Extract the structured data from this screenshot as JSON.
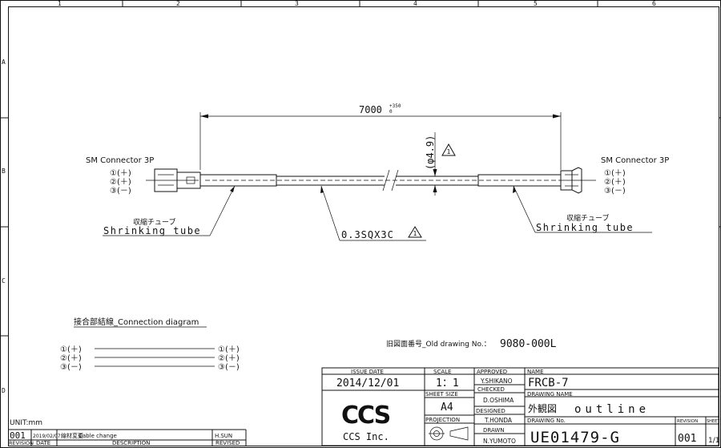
{
  "frame": {
    "columns": [
      "1",
      "2",
      "3",
      "4",
      "5",
      "6"
    ],
    "rows": [
      "A",
      "B",
      "C",
      "D"
    ]
  },
  "drawing": {
    "length_dim": "7000",
    "length_tol": "+350",
    "length_tol_low": "0",
    "diameter_dim": "(φ4.9)",
    "revision_mark": "1",
    "left_connector": {
      "label": "SM Connector 3P",
      "pins": [
        "①(＋)",
        "②(＋)",
        "③(－)"
      ]
    },
    "right_connector": {
      "label": "SM Connector 3P",
      "pins": [
        "①(＋)",
        "②(＋)",
        "③(－)"
      ]
    },
    "left_tube": {
      "jp": "収縮チューブ",
      "en": "Shrinking tube"
    },
    "right_tube": {
      "jp": "収縮チューブ",
      "en": "Shrinking tube"
    },
    "cable_label": "0.3SQX3C"
  },
  "connection": {
    "title": "接合部結線_Connection diagram",
    "left_pins": [
      "①(＋)",
      "②(＋)",
      "③(－)"
    ],
    "right_pins": [
      "①(＋)",
      "②(＋)",
      "③(－)"
    ]
  },
  "old_drawing": {
    "label": "旧図面番号_Old drawing No.：",
    "value": "9080-000L"
  },
  "revision_block": {
    "unit": "UNIT:mm",
    "row": {
      "rev": "001",
      "date": "2019/02/07",
      "desc_jp": "線材変更",
      "desc": "Cable change",
      "by": "H.SUN"
    },
    "headers": {
      "rev": "REVISION",
      "date": "DATE",
      "desc": "DESCRIPTION",
      "by": "REVISED"
    }
  },
  "title_block": {
    "issue_date_label": "ISSUE DATE",
    "issue_date": "2014/12/01",
    "scale_label": "SCALE",
    "scale": "1：1",
    "sheet_size_label": "SHEET SIZE",
    "sheet_size": "A4",
    "projection_label": "PROJECTION",
    "approved_label": "APPROVED",
    "approved": "Y.SHIKANO",
    "checked_label": "CHECKED",
    "checked": "D.OSHIMA",
    "designed_label": "DESIGNED",
    "designed": "T.HONDA",
    "drawn_label": "DRAWN",
    "drawn": "N.YUMOTO",
    "name_label": "NAME",
    "name": "FRCB-7",
    "drawing_name_label": "DRAWING NAME",
    "drawing_name_jp": "外観図",
    "drawing_name": "outline",
    "drawing_no_label": "DRAWING No.",
    "drawing_no": "UE01479-G",
    "revision_label": "REVISION",
    "revision": "001",
    "sheet_label": "SHEET",
    "sheet": "1/1",
    "company_logo": "CCS",
    "company": "CCS Inc."
  }
}
